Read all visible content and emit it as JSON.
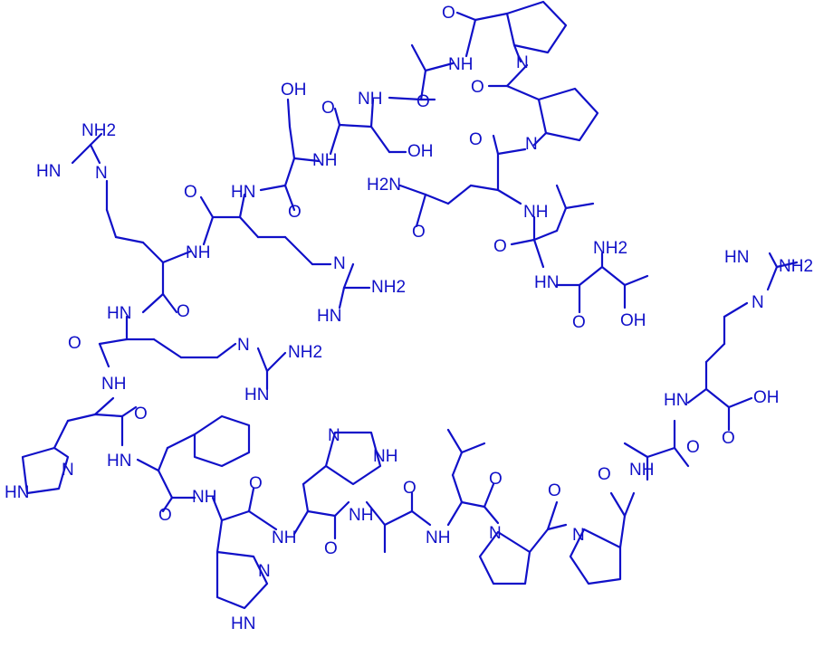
{
  "colors": {
    "bond": "#1010c8",
    "label": "#1010c8",
    "background": "#ffffff"
  },
  "labels": {
    "arg1_nh2": "NH2",
    "arg1_nh": "HN",
    "arg1_n": "N",
    "arg2_nh": "N",
    "arg2_hn": "HN",
    "arg2_nh2": "NH2",
    "arg2_imine": "HN",
    "arg3_hn": "HN",
    "arg3_nh": "N",
    "arg3_nh2": "NH2",
    "arg3_imine": "HN",
    "ser1_oh": "OH",
    "ser2_oh": "OH",
    "gln_nh2": "H2N",
    "thr_nh2": "NH2",
    "thr_oh": "OH",
    "argc_hn": "HN",
    "argc_nh2": "NH2",
    "argc_n": "N",
    "argc_oh": "OH",
    "n_labels": "N",
    "nh_labels": "NH",
    "hn_labels": "HN",
    "o_labels": "O"
  }
}
